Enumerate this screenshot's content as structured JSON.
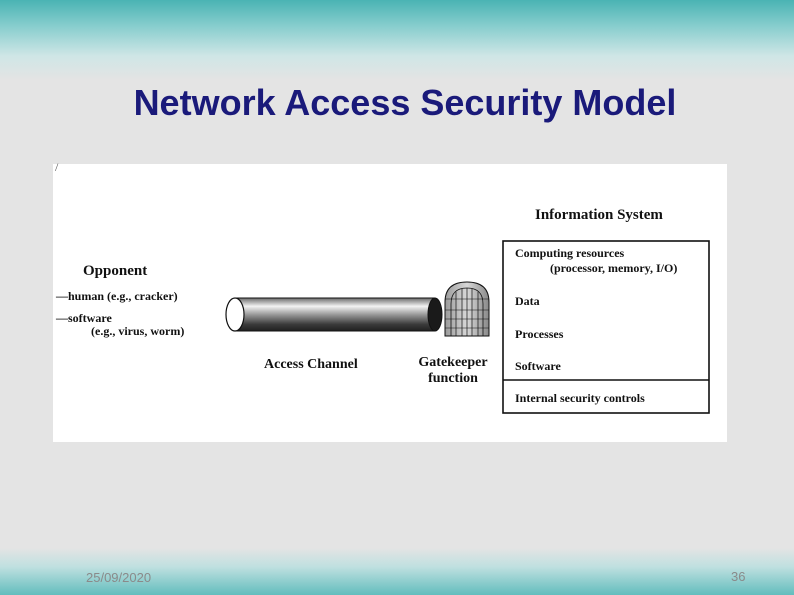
{
  "slide": {
    "title": "Network Access Security Model",
    "date": "25/09/2020",
    "page_number": "36"
  },
  "diagram": {
    "corner_mark": "/",
    "opponent": {
      "heading": "Opponent",
      "items": [
        "—human (e.g., cracker)",
        "—software",
        "(e.g., virus, worm)"
      ]
    },
    "access_channel_label": "Access Channel",
    "gatekeeper_label": [
      "Gatekeeper",
      "function"
    ],
    "information_system": {
      "heading": "Information System",
      "resources": [
        "Computing resources",
        "(processor, memory, I/O)",
        "Data",
        "Processes",
        "Software"
      ],
      "controls": "Internal security controls"
    }
  }
}
